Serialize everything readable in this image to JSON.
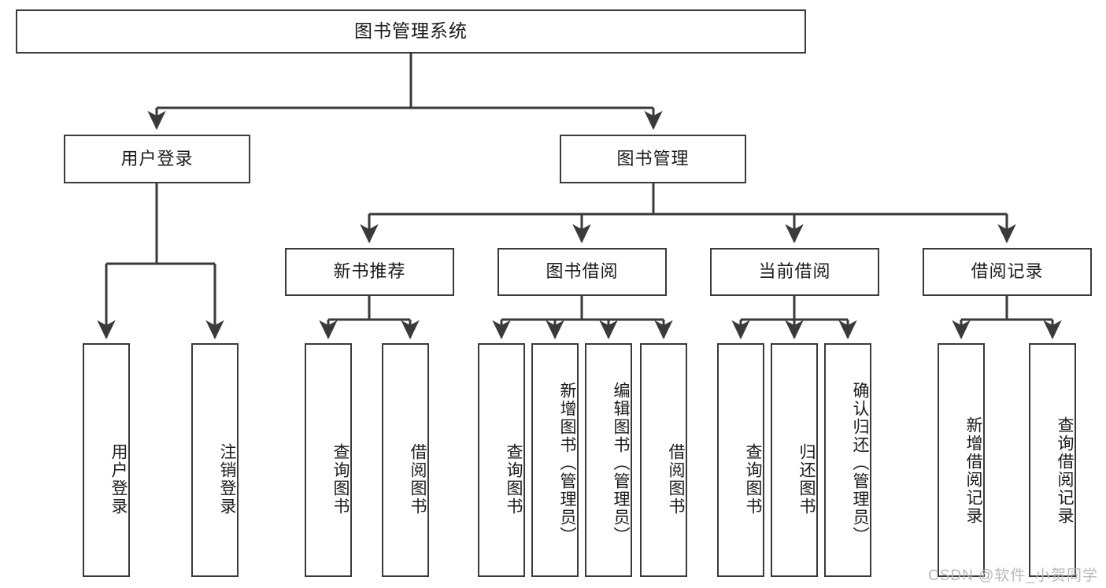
{
  "diagram": {
    "title": "图书管理系统",
    "watermark": "CSDN @软件_小贺同学",
    "line_color": "#3a3a3a",
    "box_fill": "#ffffff",
    "text_color": "#1a1a1a",
    "watermark_color": "#b9b9b9"
  },
  "nodes": {
    "root": {
      "label": "图书管理系统"
    },
    "level2": [
      {
        "label": "用户登录"
      },
      {
        "label": "图书管理"
      }
    ],
    "level3": [
      {
        "label": "新书推荐"
      },
      {
        "label": "图书借阅"
      },
      {
        "label": "当前借阅"
      },
      {
        "label": "借阅记录"
      }
    ],
    "leaves": {
      "user_login": [
        {
          "label": "用户登录"
        },
        {
          "label": "注销登录"
        }
      ],
      "new_book": [
        {
          "label": "查询图书"
        },
        {
          "label": "借阅图书"
        }
      ],
      "book_borrow": [
        {
          "label": "查询图书"
        },
        {
          "label": "新增图书（管理员）"
        },
        {
          "label": "编辑图书（管理员）"
        },
        {
          "label": "借阅图书"
        }
      ],
      "current_borrow": [
        {
          "label": "查询图书"
        },
        {
          "label": "归还图书"
        },
        {
          "label": "确认归还（管理员）"
        }
      ],
      "borrow_record": [
        {
          "label": "新增借阅记录"
        },
        {
          "label": "查询借阅记录"
        }
      ]
    }
  }
}
